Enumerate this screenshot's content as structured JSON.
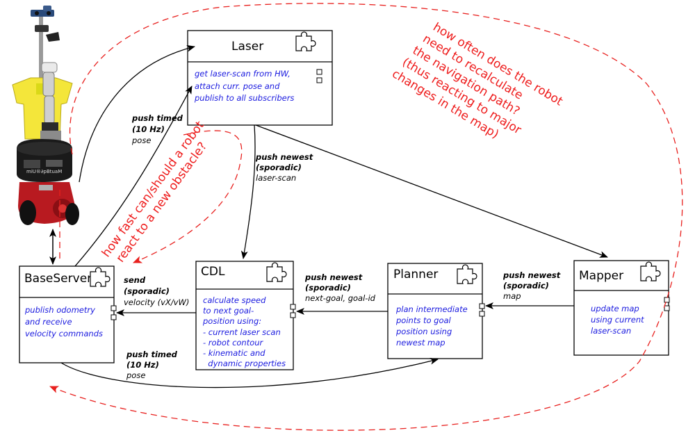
{
  "components": {
    "laser": {
      "title": "Laser",
      "desc": [
        "get laser-scan from HW,",
        "attach curr. pose and",
        "publish to all subscribers"
      ]
    },
    "baseserver": {
      "title": "BaseServer",
      "desc": [
        "publish odometry",
        "and receive",
        "velocity commands"
      ]
    },
    "cdl": {
      "title": "CDL",
      "desc": [
        "calculate speed",
        "to next goal-",
        "position using:",
        "- current laser scan",
        "- robot contour",
        "- kinematic and",
        "  dynamic properties"
      ]
    },
    "planner": {
      "title": "Planner",
      "desc": [
        "plan intermediate",
        "points to goal",
        "position using",
        "newest map"
      ]
    },
    "mapper": {
      "title": "Mapper",
      "desc": [
        "update map",
        "using current",
        "laser-scan"
      ]
    }
  },
  "connections": {
    "base_to_laser": {
      "mode": "push timed",
      "rate": "(10 Hz)",
      "data": "pose"
    },
    "laser_to_cdl": {
      "mode": "push newest",
      "rate": "(sporadic)",
      "data": "laser-scan"
    },
    "cdl_to_base": {
      "mode": "send",
      "rate": "(sporadic)",
      "data": "velocity (vX/vW)"
    },
    "planner_to_cdl": {
      "mode": "push newest",
      "rate": "(sporadic)",
      "data": "next-goal, goal-id"
    },
    "mapper_to_planner": {
      "mode": "push newest",
      "rate": "(sporadic)",
      "data": "map"
    },
    "base_to_planner": {
      "mode": "push timed",
      "rate": "(10 Hz)",
      "data": "pose"
    }
  },
  "notes": {
    "react_question": [
      "how fast can/should a robot",
      "react to a new obstacle?"
    ],
    "recalc_question": [
      "how often does the robot",
      "need to recalculate",
      "the navigation path?",
      "(thus reacting to major",
      "changes in the map)"
    ]
  },
  "robot": {
    "brand_label": "miU®∂pBtuaM"
  }
}
